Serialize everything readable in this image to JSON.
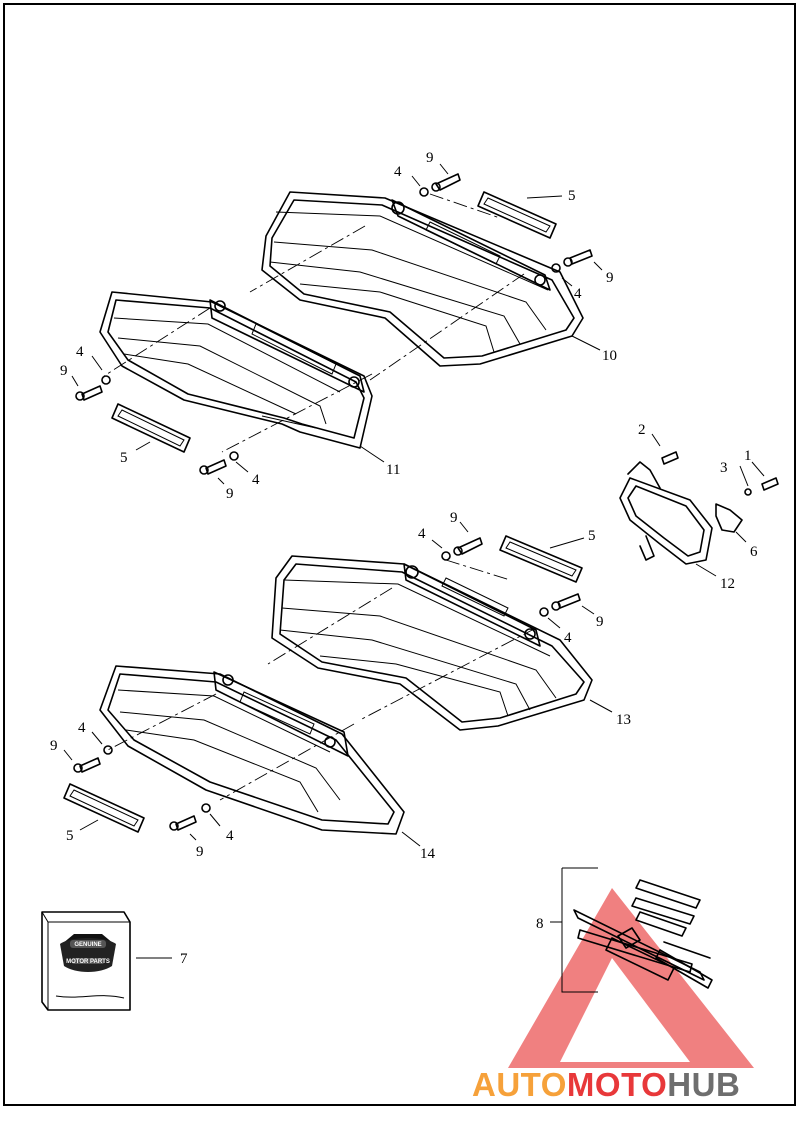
{
  "callouts": {
    "c1": "1",
    "c2": "2",
    "c3": "3",
    "c4a": "4",
    "c4b": "4",
    "c4c": "4",
    "c4d": "4",
    "c4e": "4",
    "c4f": "4",
    "c4g": "4",
    "c4h": "4",
    "c5a": "5",
    "c5b": "5",
    "c5c": "5",
    "c5d": "5",
    "c6": "6",
    "c7": "7",
    "c8": "8",
    "c9a": "9",
    "c9b": "9",
    "c9c": "9",
    "c9d": "9",
    "c9e": "9",
    "c9f": "9",
    "c9g": "9",
    "c9h": "9",
    "c10": "10",
    "c11": "11",
    "c12": "12",
    "c13": "13",
    "c14": "14"
  },
  "product_box": {
    "badge_top": "GENUINE",
    "badge_bottom": "MOTOR PARTS"
  },
  "watermark": {
    "part1": "AUTO",
    "part2": "MOTO",
    "part3": "HUB",
    "color_orange": "#f6a13a",
    "color_red": "#e8383a",
    "color_gray": "#6e6e6e",
    "triangle_color": "#ee6a6a"
  }
}
